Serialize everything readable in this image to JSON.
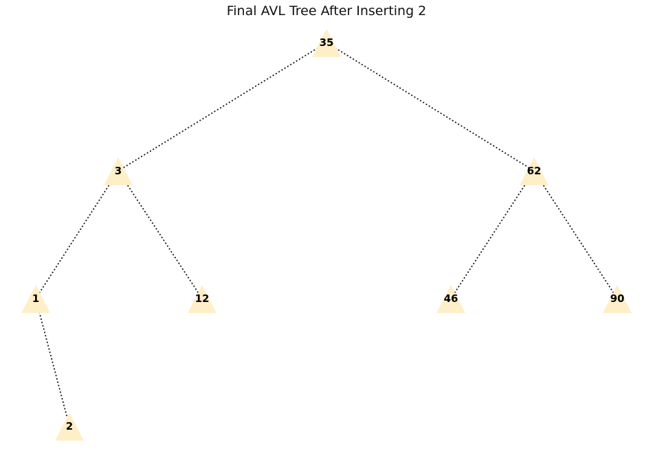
{
  "title": "Final AVL Tree After Inserting 2",
  "node_color": "#ffefc9",
  "edge_color": "#111111",
  "nodes": [
    {
      "id": "35",
      "label": "35"
    },
    {
      "id": "3",
      "label": "3"
    },
    {
      "id": "62",
      "label": "62"
    },
    {
      "id": "1",
      "label": "1"
    },
    {
      "id": "12",
      "label": "12"
    },
    {
      "id": "46",
      "label": "46"
    },
    {
      "id": "90",
      "label": "90"
    },
    {
      "id": "2",
      "label": "2"
    }
  ],
  "edges": [
    {
      "from": "35",
      "to": "3"
    },
    {
      "from": "35",
      "to": "62"
    },
    {
      "from": "3",
      "to": "1"
    },
    {
      "from": "3",
      "to": "12"
    },
    {
      "from": "62",
      "to": "46"
    },
    {
      "from": "62",
      "to": "90"
    },
    {
      "from": "1",
      "to": "2"
    }
  ]
}
